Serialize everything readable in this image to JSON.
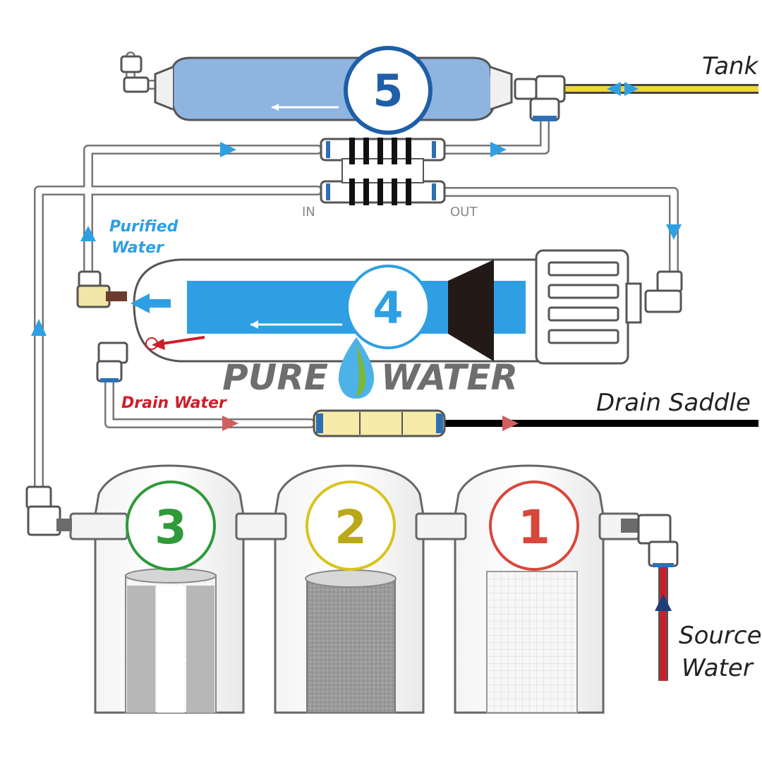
{
  "labels": {
    "tank": "Tank",
    "purified_water": "Purified Water",
    "purified_line1": "Purified",
    "purified_line2": "Water",
    "drain_water": "Drain Water",
    "drain_saddle": "Drain Saddle",
    "source_line1": "Source",
    "source_line2": "Water",
    "flow_in": "IN",
    "flow_out": "OUT"
  },
  "brand": {
    "word_left": "PURE",
    "word_right": "WATER"
  },
  "stages": [
    {
      "number": "1",
      "color": "#d9473a"
    },
    {
      "number": "2",
      "color": "#d8c41c"
    },
    {
      "number": "3",
      "color": "#2e9a3a"
    },
    {
      "number": "4",
      "color": "#1f5fa8"
    },
    {
      "number": "5",
      "color": "#1f5fa8"
    }
  ],
  "colors": {
    "outline": "#555555",
    "water_blue": "#2f9fe3",
    "post_filter_blue": "#8fb4df",
    "tank_line": "#f2d736",
    "drain_line": "#000000",
    "source_line": "#cc1f2a",
    "flow_arrow": "#2f9fe3",
    "drain_arrow": "#d06060",
    "brand_gray": "#6e6e6e"
  },
  "icons": {
    "flow": "arrow-icon",
    "brand": "water-drop-icon"
  }
}
